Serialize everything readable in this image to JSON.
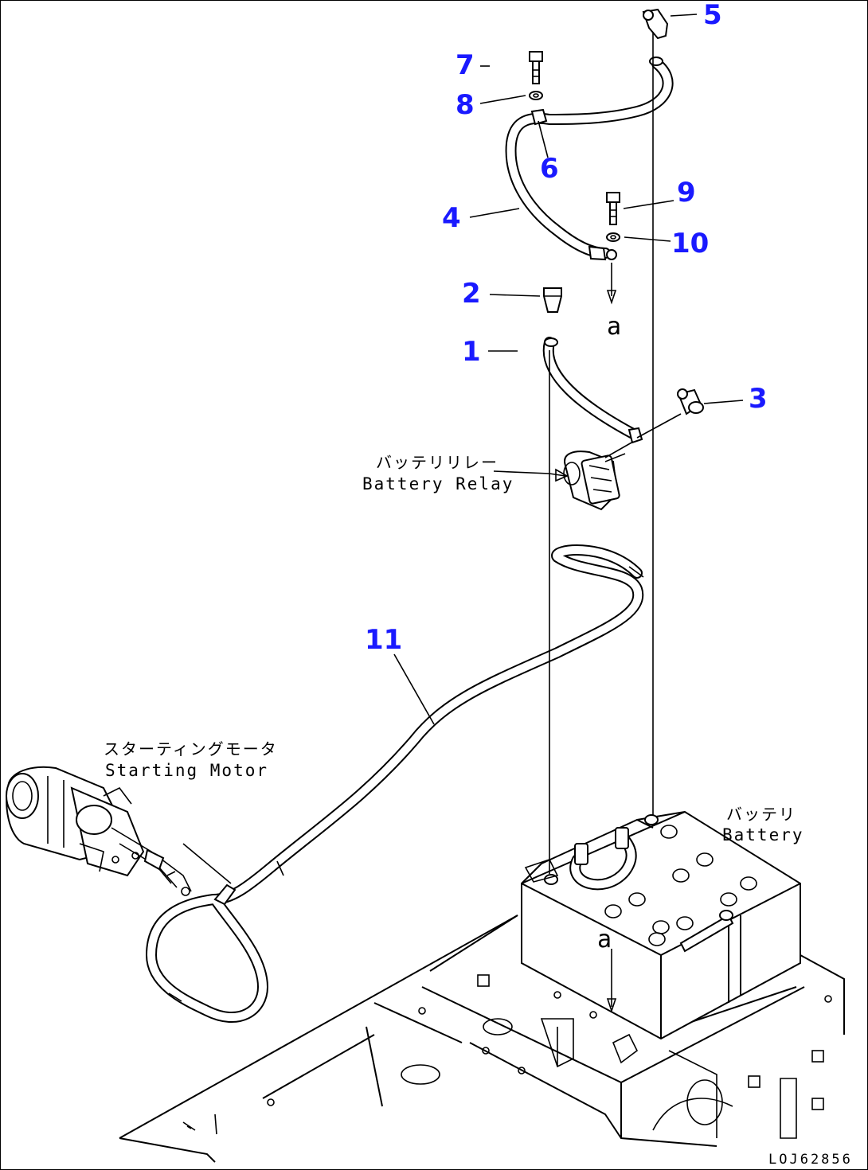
{
  "diagram": {
    "accent_color": "#1a1aff",
    "callouts": [
      "1",
      "2",
      "3",
      "4",
      "5",
      "6",
      "7",
      "8",
      "9",
      "10",
      "11"
    ],
    "labels": {
      "battery_relay_jp": "バッテリリレー",
      "battery_relay_en": "Battery Relay",
      "starting_motor_jp": "スターティングモータ",
      "starting_motor_en": "Starting Motor",
      "battery_jp": "バッテリ",
      "battery_en": "Battery",
      "ref_a_top": "a",
      "ref_a_bottom": "a"
    },
    "drawing_code": "LOJ62856"
  }
}
